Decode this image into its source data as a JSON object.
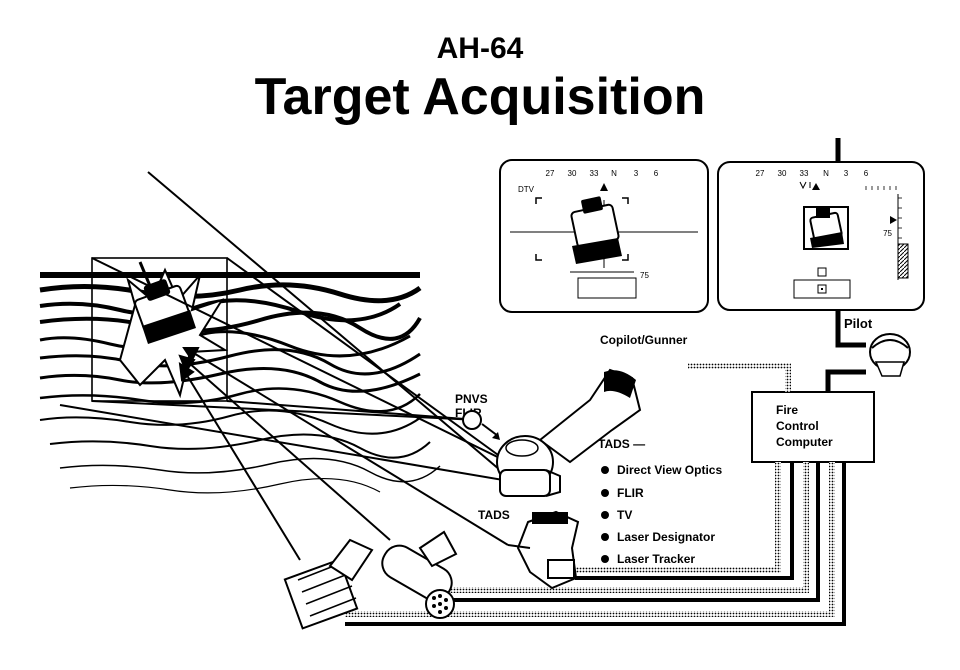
{
  "header": {
    "subtitle": "AH-64",
    "title": "Target Acquisition"
  },
  "left_display": {
    "mode_label": "DTV",
    "heading_ticks": [
      "27",
      "30",
      "33",
      "N",
      "3",
      "6"
    ],
    "range_value": "75"
  },
  "right_display": {
    "heading_ticks": [
      "27",
      "30",
      "33",
      "N",
      "3",
      "6"
    ],
    "scale_value": "75"
  },
  "labels": {
    "copilot": "Copilot/Gunner",
    "pilot": "Pilot",
    "pnvs_line1": "PNVS",
    "pnvs_line2": "FLIR",
    "tads_main": "TADS —",
    "tads_small": "TADS",
    "fcc_line1": "Fire",
    "fcc_line2": "Control",
    "fcc_line3": "Computer"
  },
  "tads_list": [
    "Direct View Optics",
    "FLIR",
    "TV",
    "Laser Designator",
    "Laser Tracker"
  ]
}
